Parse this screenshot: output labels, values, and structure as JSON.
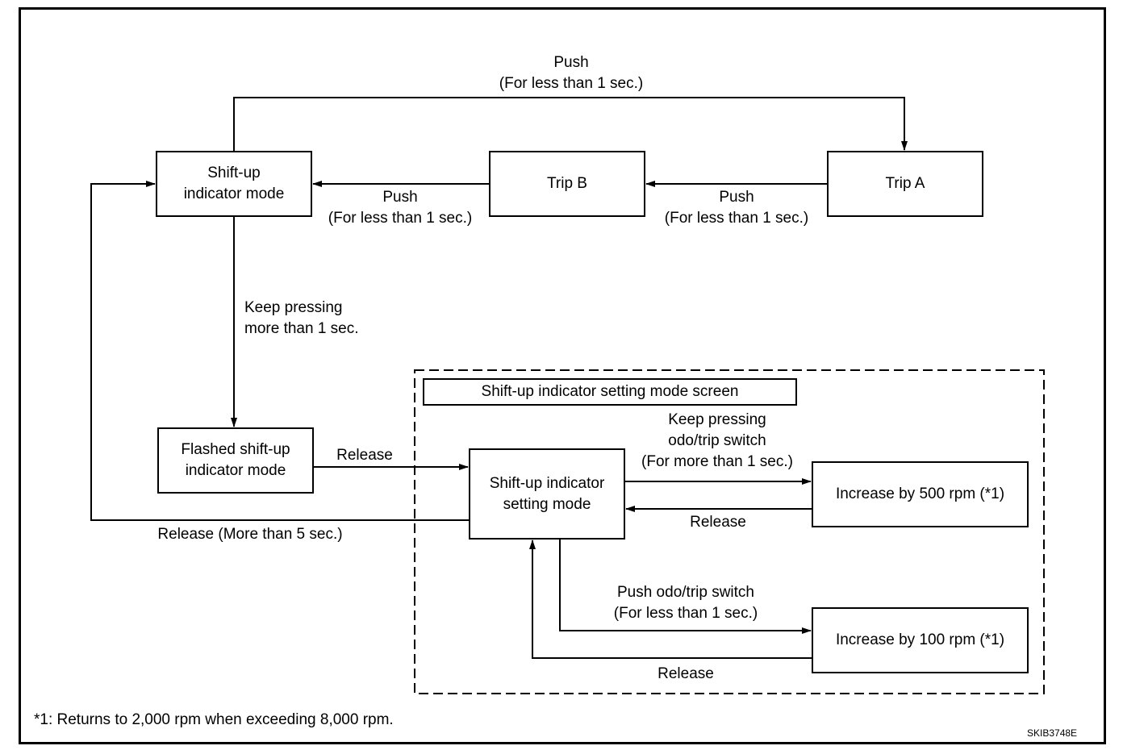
{
  "nodes": {
    "trip_a": "Trip A",
    "trip_b": "Trip B",
    "shift_up_indicator_mode": "Shift-up\nindicator mode",
    "flashed_mode": "Flashed shift-up\nindicator mode",
    "setting_mode": "Shift-up indicator\nsetting mode",
    "increase_500": "Increase by 500 rpm (*1)",
    "increase_100": "Increase by 100 rpm (*1)",
    "setting_screen_title": "Shift-up indicator setting mode screen"
  },
  "edges": {
    "top_push": "Push\n(For less than 1 sec.)",
    "trip_a_to_b": "Push\n(For less than 1 sec.)",
    "trip_b_to_shift": "Push\n(For less than 1 sec.)",
    "keep_pressing_1sec": "Keep pressing\nmore than 1 sec.",
    "release": "Release",
    "release_more_5": "Release (More than 5 sec.)",
    "keep_pressing_switch": "Keep pressing\nodo/trip switch\n(For more than 1 sec.)",
    "release_from_500": "Release",
    "push_switch": "Push odo/trip switch\n(For less than 1 sec.)",
    "release_from_100": "Release"
  },
  "footnote": "*1: Returns to 2,000 rpm when exceeding 8,000 rpm.",
  "figure_code": "SKIB3748E"
}
